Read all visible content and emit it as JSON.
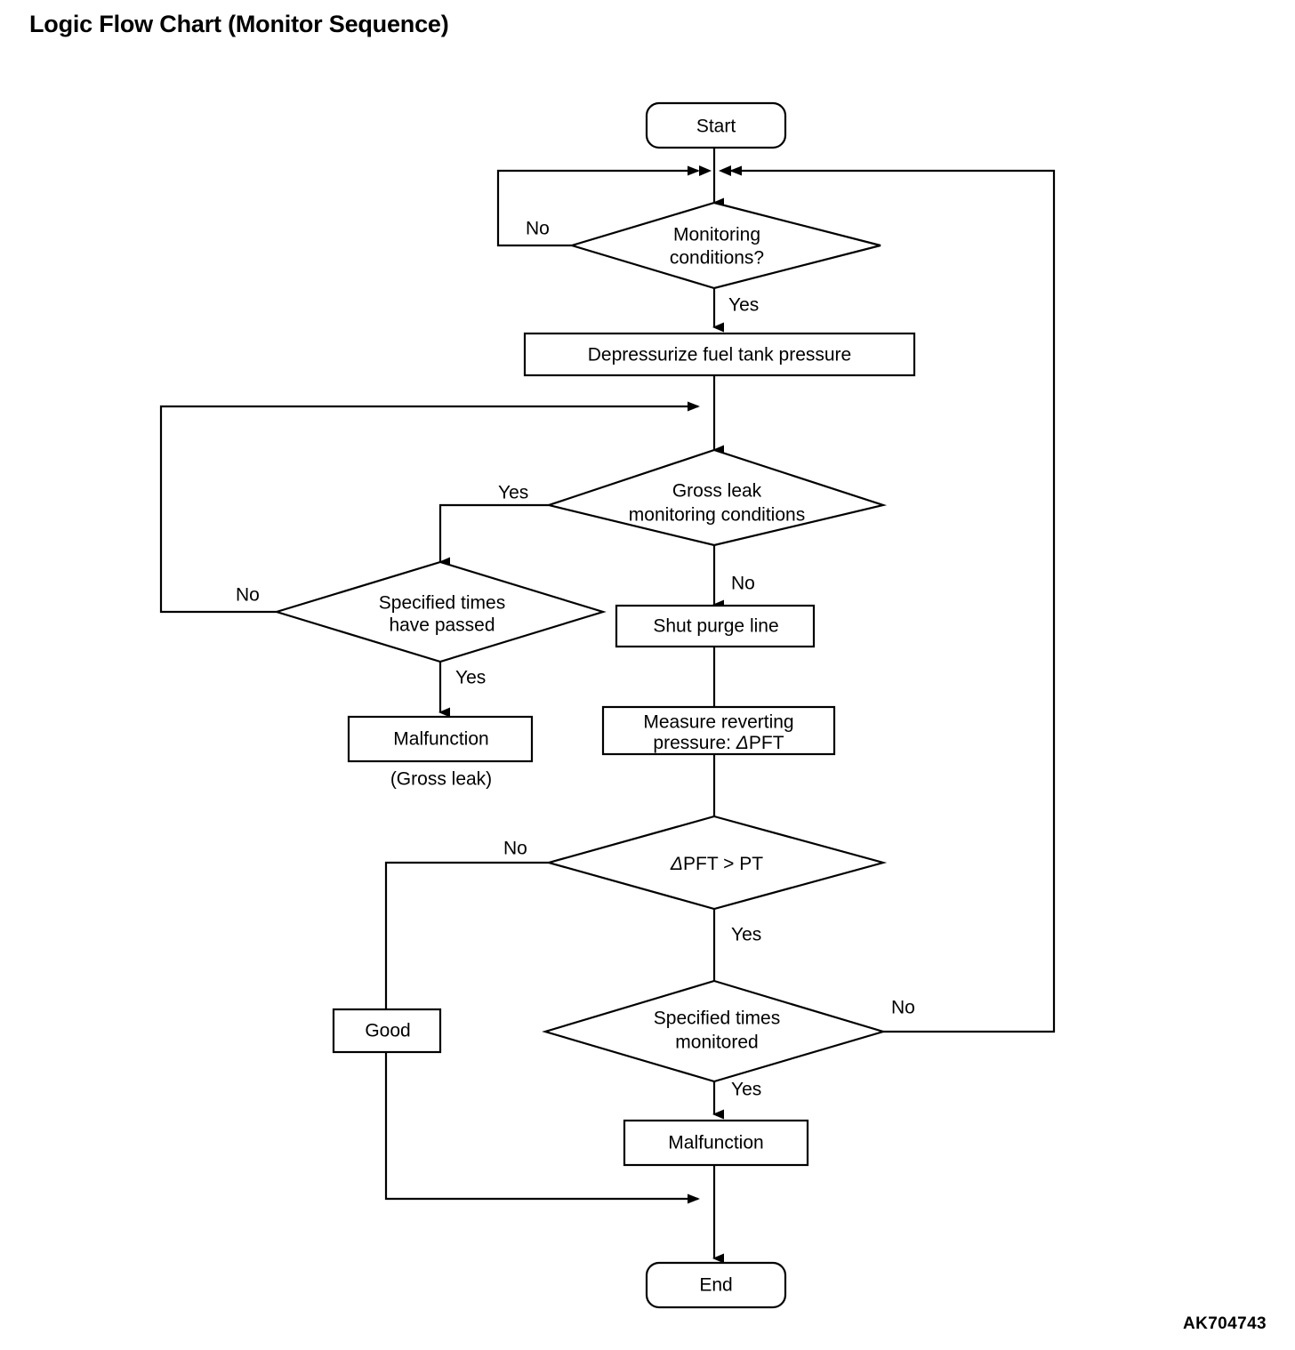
{
  "page": {
    "title": "Logic Flow Chart (Monitor Sequence)",
    "doc_code": "AK704743"
  },
  "chart_data": {
    "type": "diagram",
    "diagram_kind": "flowchart",
    "title": "Logic Flow Chart (Monitor Sequence)",
    "orientation": "top-to-bottom",
    "nodes": [
      {
        "id": "start",
        "shape": "terminator",
        "label": "Start"
      },
      {
        "id": "monitoring",
        "shape": "decision",
        "label": "Monitoring\nconditions?",
        "line1": "Monitoring",
        "line2": "conditions?"
      },
      {
        "id": "depressurize",
        "shape": "process",
        "label": "Depressurize fuel tank pressure"
      },
      {
        "id": "grossleak",
        "shape": "decision",
        "label": "Gross leak\nmonitoring conditions",
        "line1": "Gross leak",
        "line2": "monitoring conditions"
      },
      {
        "id": "spec_passed",
        "shape": "decision",
        "label": "Specified times\nhave passed",
        "line1": "Specified times",
        "line2": "have passed"
      },
      {
        "id": "malfunction_gross",
        "shape": "process",
        "label": "Malfunction",
        "caption": "(Gross leak)"
      },
      {
        "id": "shut_purge",
        "shape": "process",
        "label": "Shut purge line"
      },
      {
        "id": "measure",
        "shape": "process",
        "label": "Measure reverting pressure:  ΔPFT",
        "line1": "Measure reverting",
        "line2_pre": "pressure:  ",
        "line2_delta": "Δ",
        "line2_post": "PFT"
      },
      {
        "id": "pft_gt_pt",
        "shape": "decision",
        "label": "ΔPFT > PT",
        "delta": "Δ",
        "rest": "PFT > PT"
      },
      {
        "id": "spec_monitored",
        "shape": "decision",
        "label": "Specified times\nmonitored",
        "line1": "Specified times",
        "line2": "monitored"
      },
      {
        "id": "good",
        "shape": "process",
        "label": "Good"
      },
      {
        "id": "malfunction",
        "shape": "process",
        "label": "Malfunction"
      },
      {
        "id": "end",
        "shape": "terminator",
        "label": "End"
      }
    ],
    "edges": [
      {
        "from": "start",
        "to": "monitoring",
        "label": ""
      },
      {
        "from": "monitoring",
        "to": "depressurize",
        "label": "Yes"
      },
      {
        "from": "monitoring",
        "to": "start_junction",
        "label": "No"
      },
      {
        "from": "depressurize",
        "to": "grossleak",
        "label": ""
      },
      {
        "from": "grossleak",
        "to": "spec_passed",
        "label": "Yes"
      },
      {
        "from": "grossleak",
        "to": "shut_purge",
        "label": "No"
      },
      {
        "from": "spec_passed",
        "to": "depressurize_out",
        "label": "No"
      },
      {
        "from": "spec_passed",
        "to": "malfunction_gross",
        "label": "Yes"
      },
      {
        "from": "shut_purge",
        "to": "measure",
        "label": ""
      },
      {
        "from": "measure",
        "to": "pft_gt_pt",
        "label": ""
      },
      {
        "from": "pft_gt_pt",
        "to": "good",
        "label": "No"
      },
      {
        "from": "pft_gt_pt",
        "to": "spec_monitored",
        "label": "Yes"
      },
      {
        "from": "spec_monitored",
        "to": "malfunction",
        "label": "Yes"
      },
      {
        "from": "spec_monitored",
        "to": "start_junction",
        "label": "No"
      },
      {
        "from": "good",
        "to": "end",
        "label": ""
      },
      {
        "from": "malfunction",
        "to": "end",
        "label": ""
      }
    ],
    "edge_labels": {
      "monitoring_no": "No",
      "monitoring_yes": "Yes",
      "grossleak_yes": "Yes",
      "grossleak_no": "No",
      "spec_passed_no": "No",
      "spec_passed_yes": "Yes",
      "pft_no": "No",
      "pft_yes": "Yes",
      "spec_monitored_no": "No",
      "spec_monitored_yes": "Yes"
    }
  }
}
